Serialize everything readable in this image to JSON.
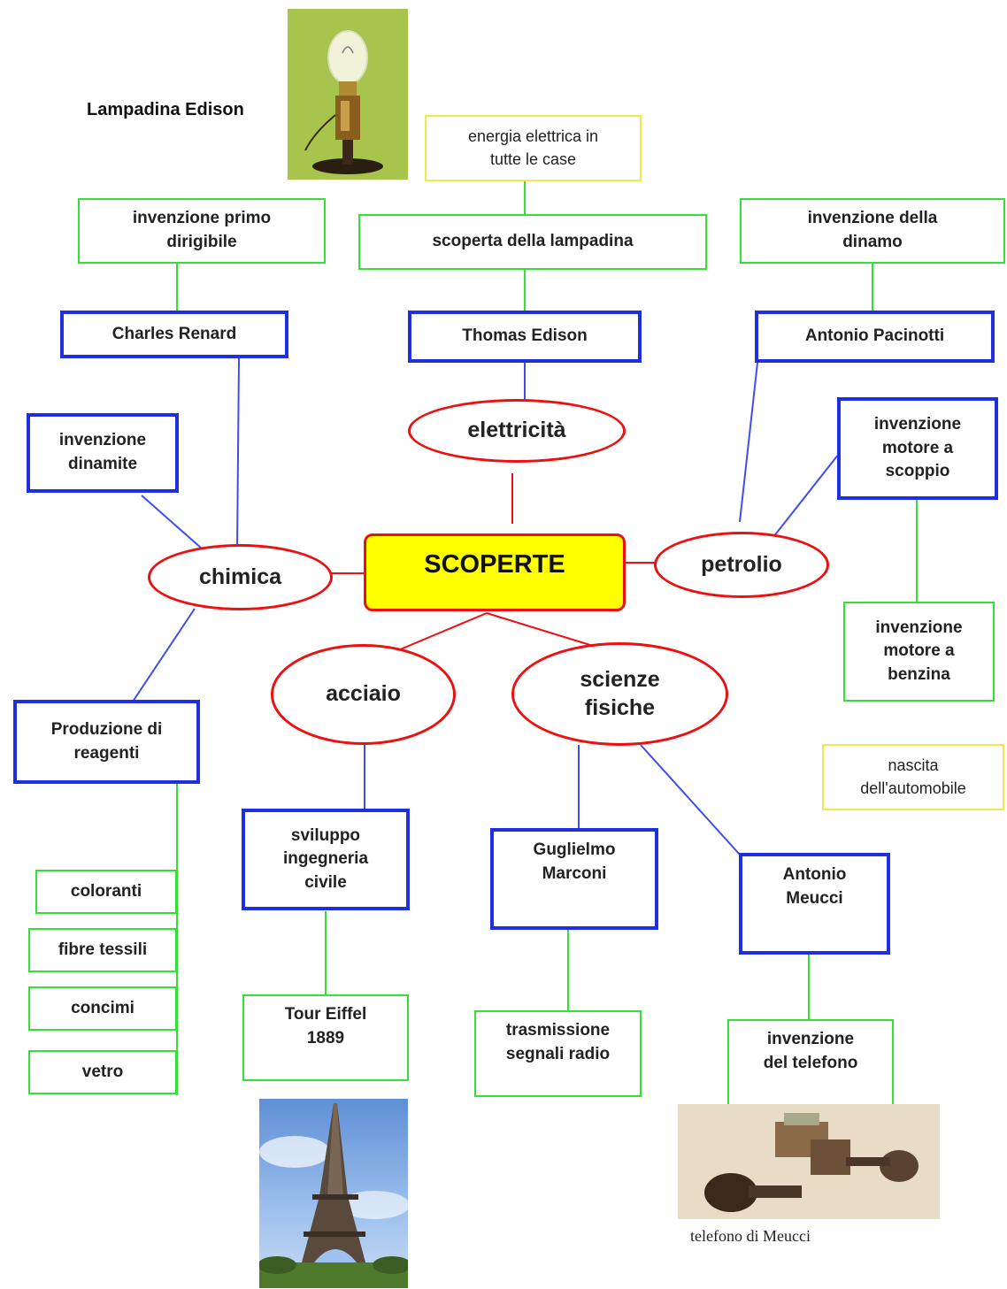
{
  "center": "SCOPERTE",
  "categories": {
    "elettricita": "elettricità",
    "chimica": "chimica",
    "petrolio": "petrolio",
    "acciaio": "acciaio",
    "scienze_fisiche": "scienze\nfisiche"
  },
  "people": {
    "edison": "Thomas Edison",
    "renard": "Charles Renard",
    "pacinotti": "Antonio Pacinotti",
    "marconi": "Guglielmo\nMarconi",
    "meucci": "Antonio\nMeucci"
  },
  "boxes": {
    "energia": "energia elettrica in\ntutte le case",
    "lampadina": "scoperta della lampadina",
    "dirigibile": "invenzione primo\ndirigibile",
    "dinamo": "invenzione della\ndinamo",
    "dinamite": "invenzione\ndinamite",
    "scoppio": "invenzione\nmotore a\nscoppio",
    "benzina": "invenzione\nmotore a\nbenzina",
    "automobile": "nascita\ndell'automobile",
    "reagenti": "Produzione di\nreagenti",
    "ingegneria": "sviluppo\ningegneria\ncivile",
    "eiffel": "Tour Eiffel\n1889",
    "radio": "trasmissione\nsegnali radio",
    "telefono": "invenzione\ndel telefono",
    "coloranti": "coloranti",
    "fibre": "fibre tessili",
    "concimi": "concimi",
    "vetro": "vetro"
  },
  "captions": {
    "lampadina_edison": "Lampadina Edison",
    "telefono_meucci": "telefono di Meucci"
  },
  "colors": {
    "green_border": "#33e033",
    "blue_border": "#1f2fe0",
    "red_border": "#ee1010",
    "yellow_border": "#f2e84a",
    "center_fill": "#ffff00"
  }
}
